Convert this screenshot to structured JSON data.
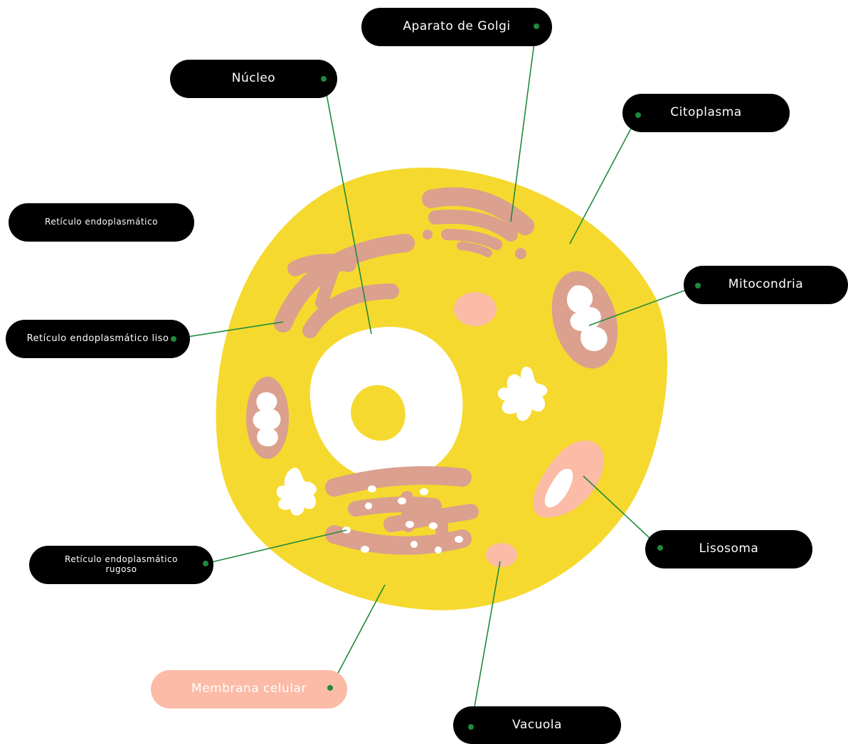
{
  "labels": {
    "golgi": "Aparato de Golgi",
    "nucleo": "Núcleo",
    "citoplasma": "Citoplasma",
    "reticulo": "Retículo endoplasmático",
    "reticulo_liso": "Retículo endoplasmático liso",
    "mitocondria": "Mitocondria",
    "reticulo_rugoso": "Retículo endoplasmático rugoso",
    "lisosoma": "Lisosoma",
    "membrana": "Membrana celular",
    "vacuola": "Vacuola"
  },
  "colors": {
    "cytoplasm": "#f5d92e",
    "organelle": "#dba08e",
    "lysosome": "#fbbba6",
    "label_bg": "#000000",
    "membrane_label_bg": "#fbbba6",
    "connector": "#1f8a3d",
    "white": "#ffffff"
  }
}
